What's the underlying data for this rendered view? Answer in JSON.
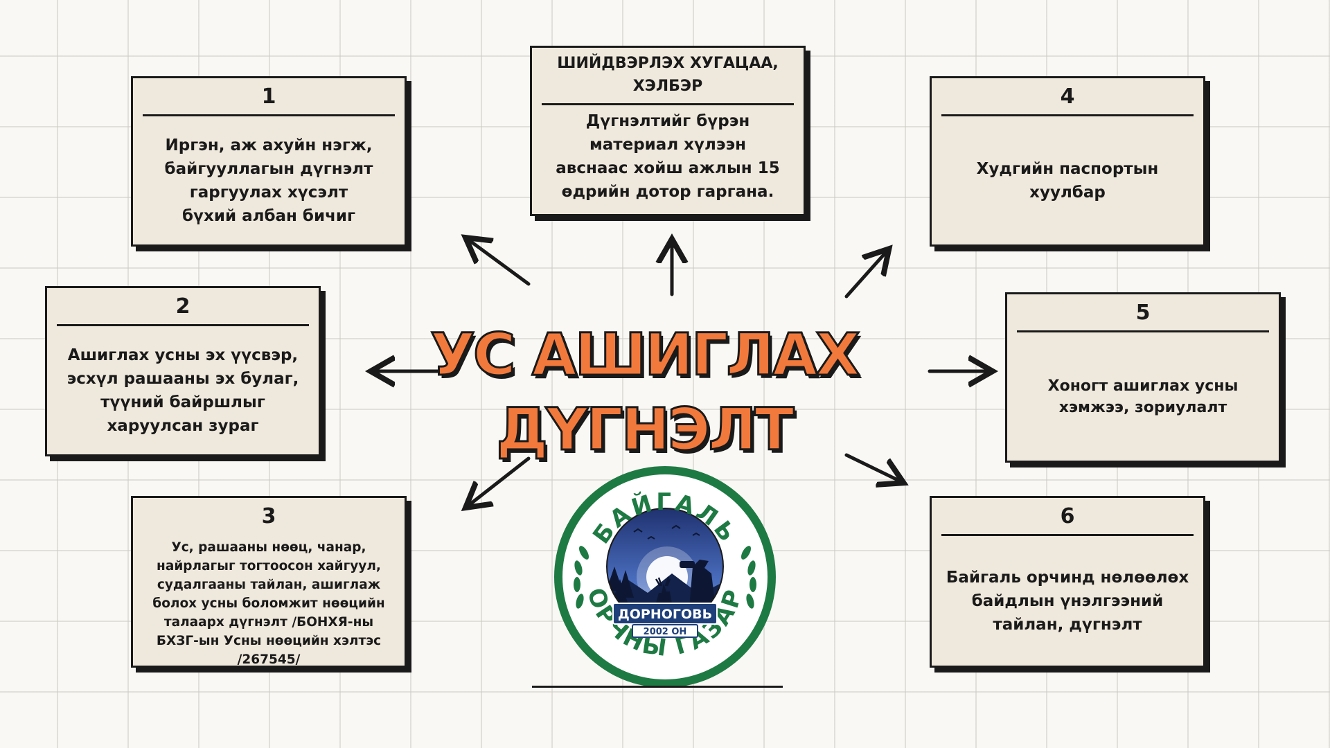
{
  "title": {
    "line1": "УС АШИГЛАХ",
    "line2": "ДҮГНЭЛТ"
  },
  "top_box": {
    "heading": "ШИЙДВЭРЛЭХ ХУГАЦАА,\nХЭЛБЭР",
    "text": "Дүгнэлтийг бүрэн\nматериал хүлээн\nавснаас хойш ажлын 15\nөдрийн дотор гаргана."
  },
  "boxes": [
    {
      "number": "1",
      "text": "Иргэн, аж ахуйн нэгж,\nбайгууллагын дүгнэлт\nгаргуулах хүсэлт\nбүхий албан бичиг"
    },
    {
      "number": "2",
      "text": "Ашиглах усны эх үүсвэр,\nэсхүл рашааны эх булаг,\nтүүний байршлыг\nхаруулсан зураг"
    },
    {
      "number": "3",
      "text": "Ус, рашааны нөөц, чанар,\nнайрлагыг тогтоосон хайгуул,\nсудалгааны тайлан, ашиглаж\nболох усны боломжит нөөцийн\nталаарх дүгнэлт /БОНХЯ-ны\nБХЗГ-ын Усны нөөцийн хэлтэс\n/267545/"
    },
    {
      "number": "4",
      "text": "Худгийн паспортын\nхуулбар"
    },
    {
      "number": "5",
      "text": "Хоногт ашиглах усны\nхэмжээ, зориулалт"
    },
    {
      "number": "6",
      "text": "Байгаль орчинд нөлөөлөх\nбайдлын үнэлгээний\nтайлан, дүгнэлт"
    }
  ],
  "logo": {
    "arc_top": "БАЙГАЛЬ",
    "arc_bottom": "ОРЧНЫ ГАЗАР",
    "banner": "ДОРНОГОВЬ",
    "year": "2002 ОН",
    "colors": {
      "ring": "#1e7a43",
      "sky": "#3b5aa8",
      "banner": "#1f3f7a"
    }
  },
  "colors": {
    "title_fill": "#f2793c",
    "box_fill": "#efe8dc",
    "ink": "#1a1a1a"
  }
}
